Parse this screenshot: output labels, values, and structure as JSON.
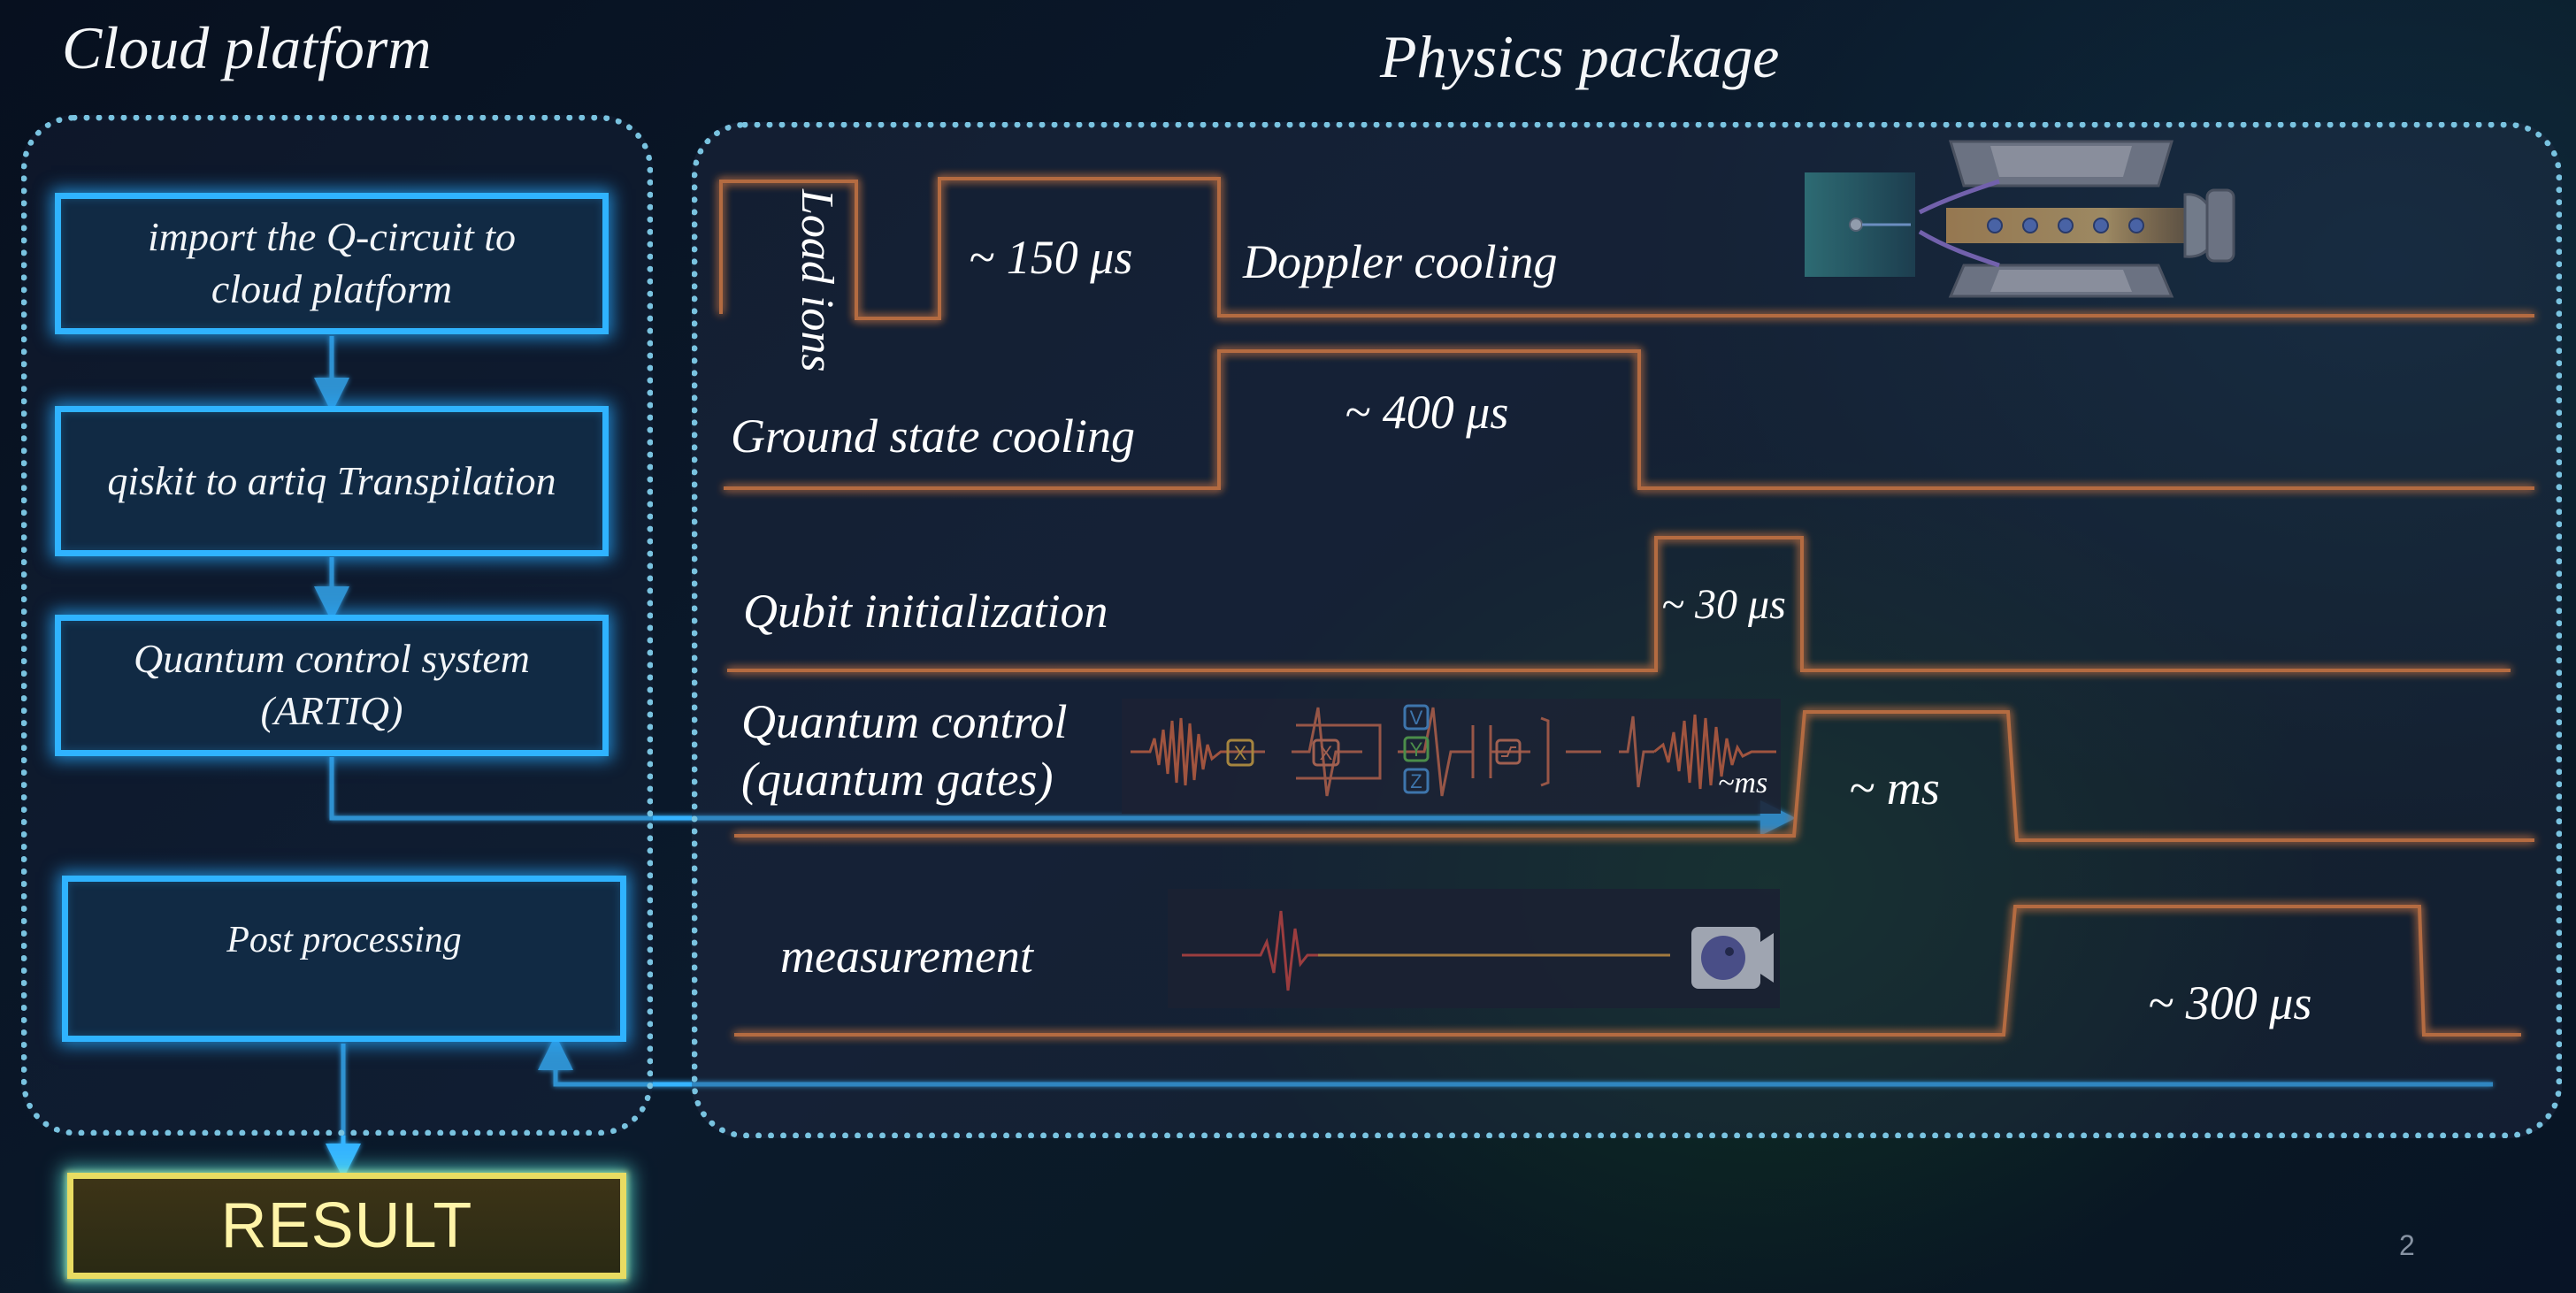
{
  "cloud_platform": {
    "title": "Cloud platform",
    "steps": [
      "import the Q-circuit to cloud platform",
      "qiskit to artiq Transpilation",
      "Quantum control system (ARTIQ)",
      "Post processing"
    ],
    "result": "RESULT"
  },
  "physics_package": {
    "title": "Physics package",
    "stages": {
      "load_ions": "Load ions",
      "doppler": {
        "label": "Doppler cooling",
        "duration": "~ 150 μs"
      },
      "ground_state": {
        "label": "Ground state cooling",
        "duration": "~ 400 μs"
      },
      "qubit_init": {
        "label": "Qubit initialization",
        "duration": "~ 30 μs"
      },
      "quantum_control": {
        "label_line1": "Quantum control",
        "label_line2": "(quantum gates)",
        "duration": "~ ms",
        "inset_duration": "~ms"
      },
      "measurement": {
        "label": "measurement",
        "duration": "~ 300 μs"
      }
    },
    "gates": [
      "X",
      "X",
      "V",
      "Y",
      "Z"
    ]
  },
  "colors": {
    "cyan_glow": "#2fb3ff",
    "orange_glow": "#ff8a3c",
    "result_yellow": "#e9dc62",
    "dotted_border": "#79c3e0"
  },
  "page_number": "2"
}
